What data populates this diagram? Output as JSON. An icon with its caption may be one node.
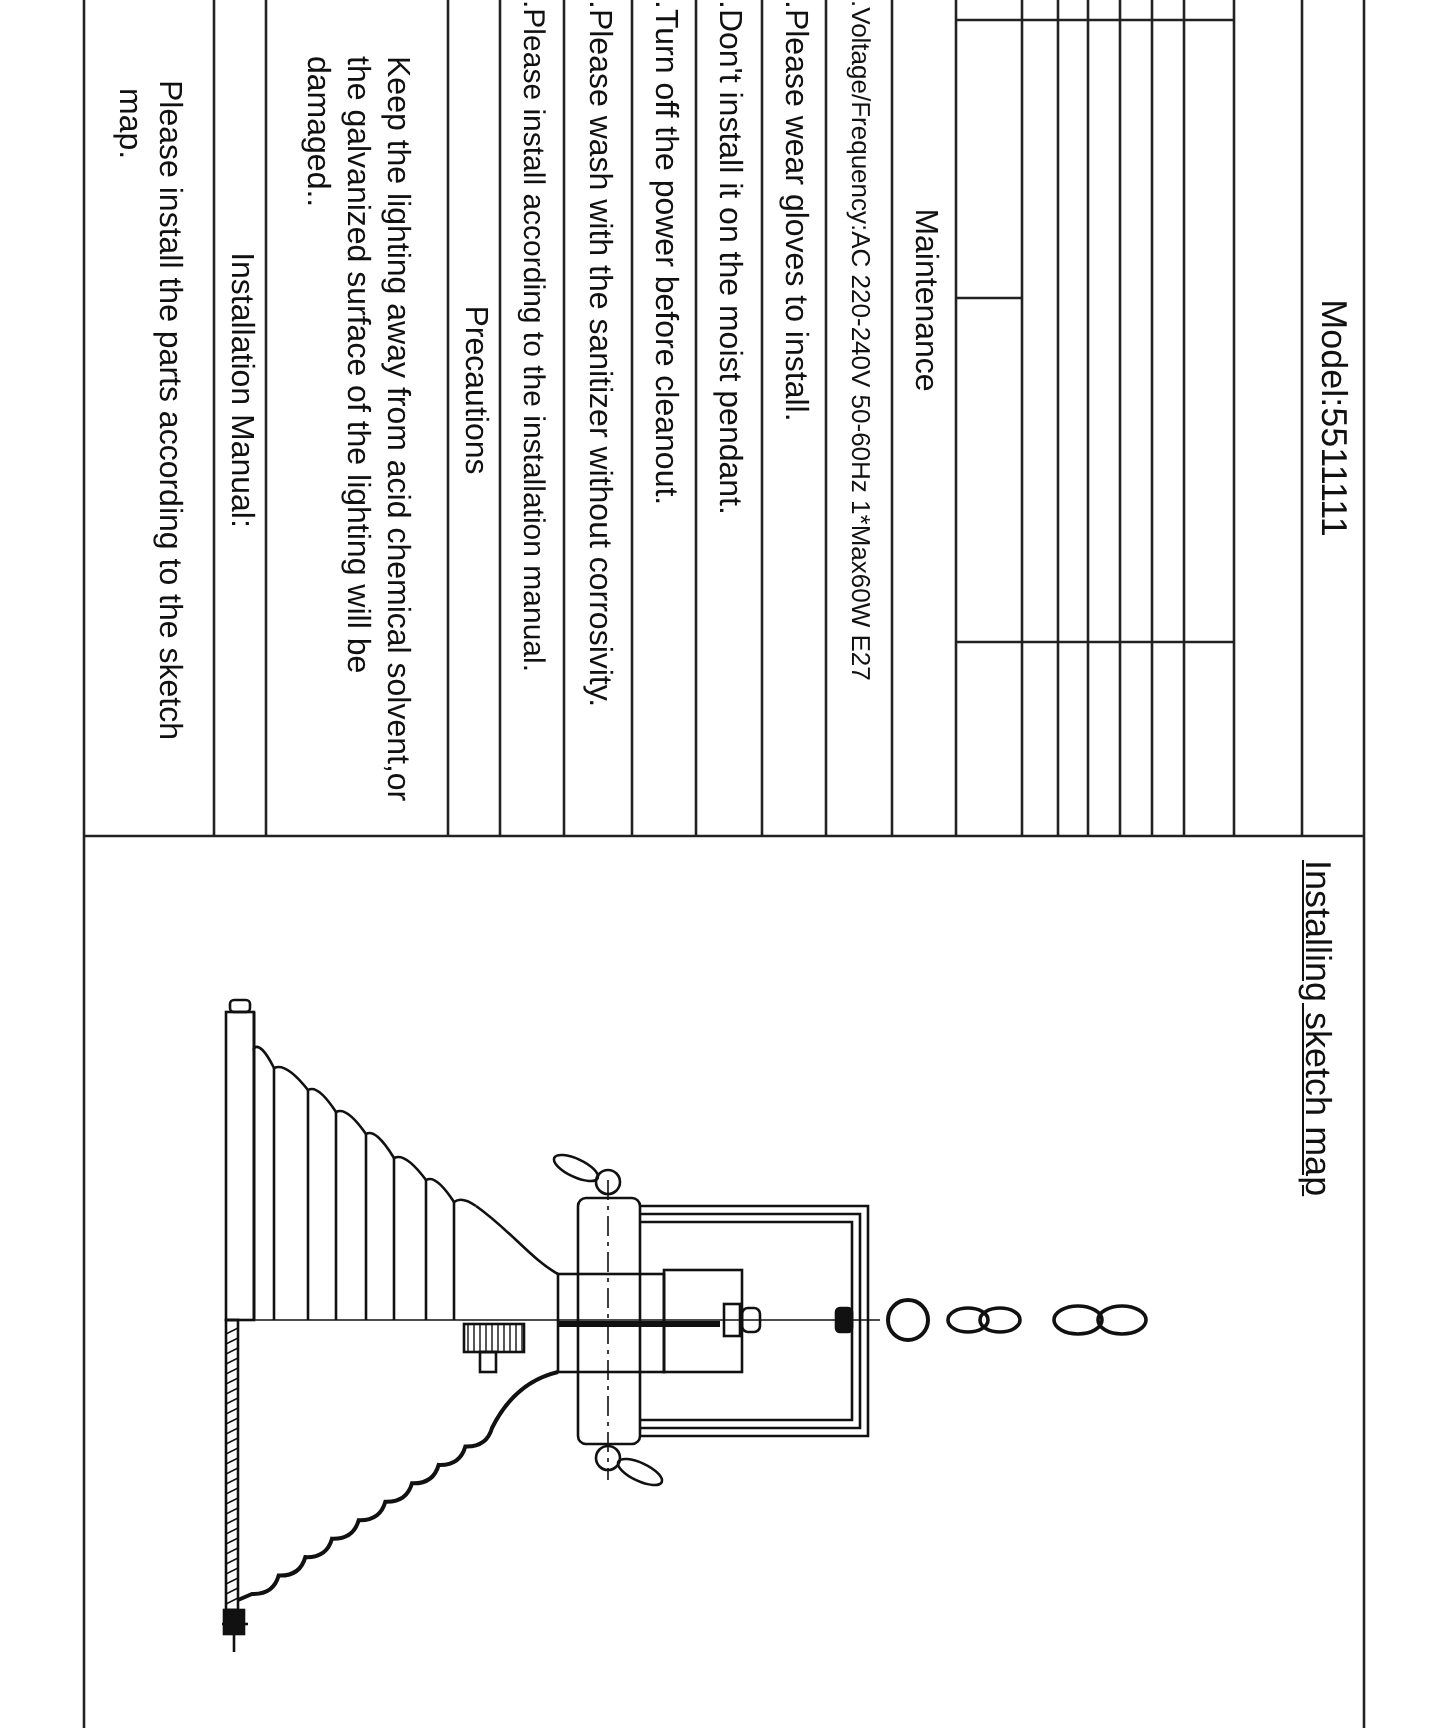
{
  "diagram": {
    "labels": [
      "Model:5511111",
      "Maintenance",
      ".Voltage/Frequency:AC 220-240V  50-60Hz 1*Max60W  E27",
      ".Please wear gloves to install.",
      ".Don't install it on the moist pendant.",
      ".Turn off the power before cleanout.",
      ".Please wash with the sanitizer without corrosivity.",
      ".Please install according to the installation manual.",
      "Precautions",
      "Keep the lighting away from acid chemical solvent,or the galvanized surface of the lighting will be damaged..",
      "Installation Manual:",
      "Please install the parts according to the sketch map.",
      "Installing sketch map"
    ]
  }
}
